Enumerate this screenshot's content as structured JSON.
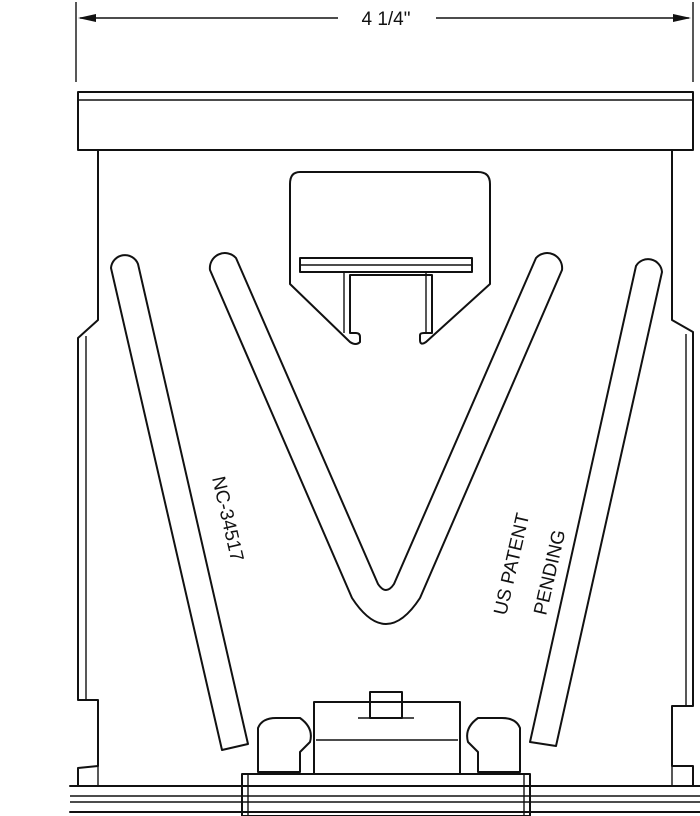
{
  "dimension": {
    "label": "4 1/4\""
  },
  "labels": {
    "part_number": "NC-34517",
    "patent_line1": "US PATENT",
    "patent_line2": "PENDING"
  },
  "colors": {
    "line": "#111111",
    "background": "#ffffff"
  }
}
